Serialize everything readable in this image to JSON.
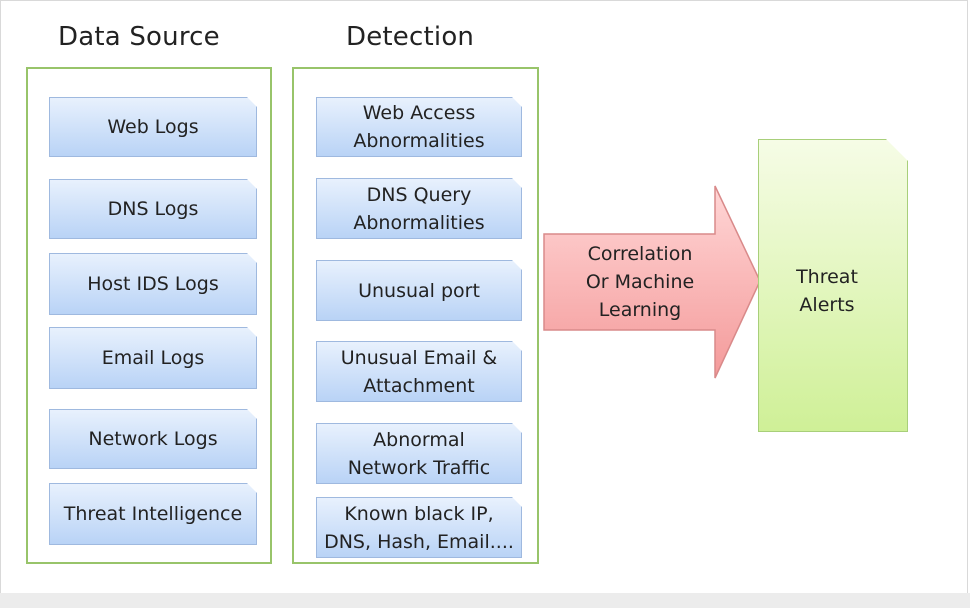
{
  "columns": {
    "data_source": {
      "title": "Data Source",
      "items": [
        "Web Logs",
        "DNS Logs",
        "Host IDS Logs",
        "Email Logs",
        "Network Logs",
        "Threat Intelligence"
      ]
    },
    "detection": {
      "title": "Detection",
      "items": [
        [
          "Web Access",
          "Abnormalities"
        ],
        [
          "DNS Query",
          "Abnormalities"
        ],
        [
          "Unusual port"
        ],
        [
          "Unusual Email &",
          "Attachment"
        ],
        [
          "Abnormal",
          "Network Traffic"
        ],
        [
          "Known black IP,",
          "DNS, Hash, Email...."
        ]
      ]
    }
  },
  "correlation": {
    "lines": [
      "Correlation",
      "Or Machine",
      "Learning"
    ]
  },
  "alerts": {
    "lines": [
      "Threat",
      "Alerts"
    ]
  },
  "colors": {
    "panel_border": "#98c46a",
    "card_fill_top": "#e8f1fd",
    "card_fill_bottom": "#b9d3f6",
    "arrow_fill_top": "#ffd6d6",
    "arrow_fill_bottom": "#f49a9a",
    "alert_fill_bottom": "#cff097"
  }
}
